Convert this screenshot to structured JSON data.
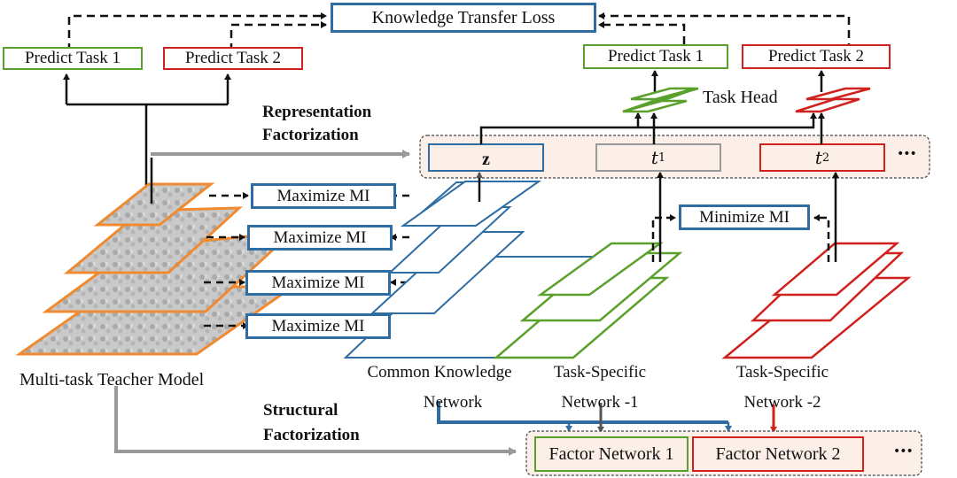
{
  "colors": {
    "blue": "#2e6da4",
    "green": "#5aa02c",
    "red": "#d0211e",
    "orange": "#f08a30",
    "gray": "#999999",
    "panel_fill": "#fbefe8",
    "dark": "#111111"
  },
  "loss": {
    "label": "Knowledge Transfer Loss"
  },
  "teacher": {
    "predict_task_1": "Predict Task 1",
    "predict_task_2": "Predict Task 2",
    "caption": "Multi-task Teacher Model"
  },
  "student": {
    "predict_task_1": "Predict Task 1",
    "predict_task_2": "Predict Task 2",
    "task_head": "Task Head"
  },
  "representation": {
    "title_line1": "Representation",
    "title_line2": "Factorization",
    "z": "z",
    "t1": "t",
    "t1_sup": "1",
    "t2": "t",
    "t2_sup": "2",
    "ellipsis": "•••"
  },
  "mi": {
    "maximize": [
      "Maximize MI",
      "Maximize MI",
      "Maximize MI",
      "Maximize MI"
    ],
    "minimize": "Minimize MI"
  },
  "networks": {
    "common_line1": "Common Knowledge",
    "common_line2": "Network",
    "ts1_line1": "Task-Specific",
    "ts1_line2": "Network -1",
    "ts2_line1": "Task-Specific",
    "ts2_line2": "Network -2"
  },
  "structural": {
    "title_line1": "Structural",
    "title_line2": "Factorization",
    "factor_1": "Factor Network 1",
    "factor_2": "Factor Network 2",
    "ellipsis": "•••"
  }
}
